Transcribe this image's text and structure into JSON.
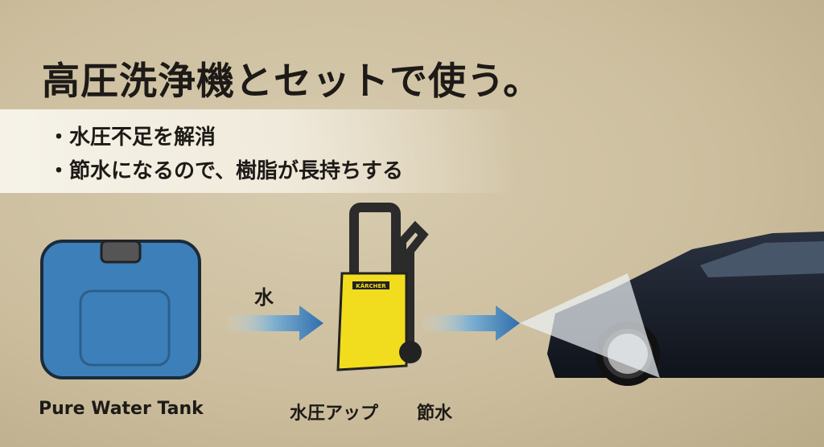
{
  "title": "高圧洗浄機とセットで使う。",
  "bullets": [
    "・水圧不足を解消",
    "・節水になるので、樹脂が長持ちする"
  ],
  "flow_label": "水",
  "labels": {
    "tank": "Pure Water Tank",
    "washer": "水圧アップ",
    "saving": "節水"
  },
  "logo": "KÄRCHER",
  "colors": {
    "tank": "#3d7fb8",
    "washer": "#f2dc1e",
    "arrow": "#2f6fae",
    "car": "#1a1f28"
  }
}
